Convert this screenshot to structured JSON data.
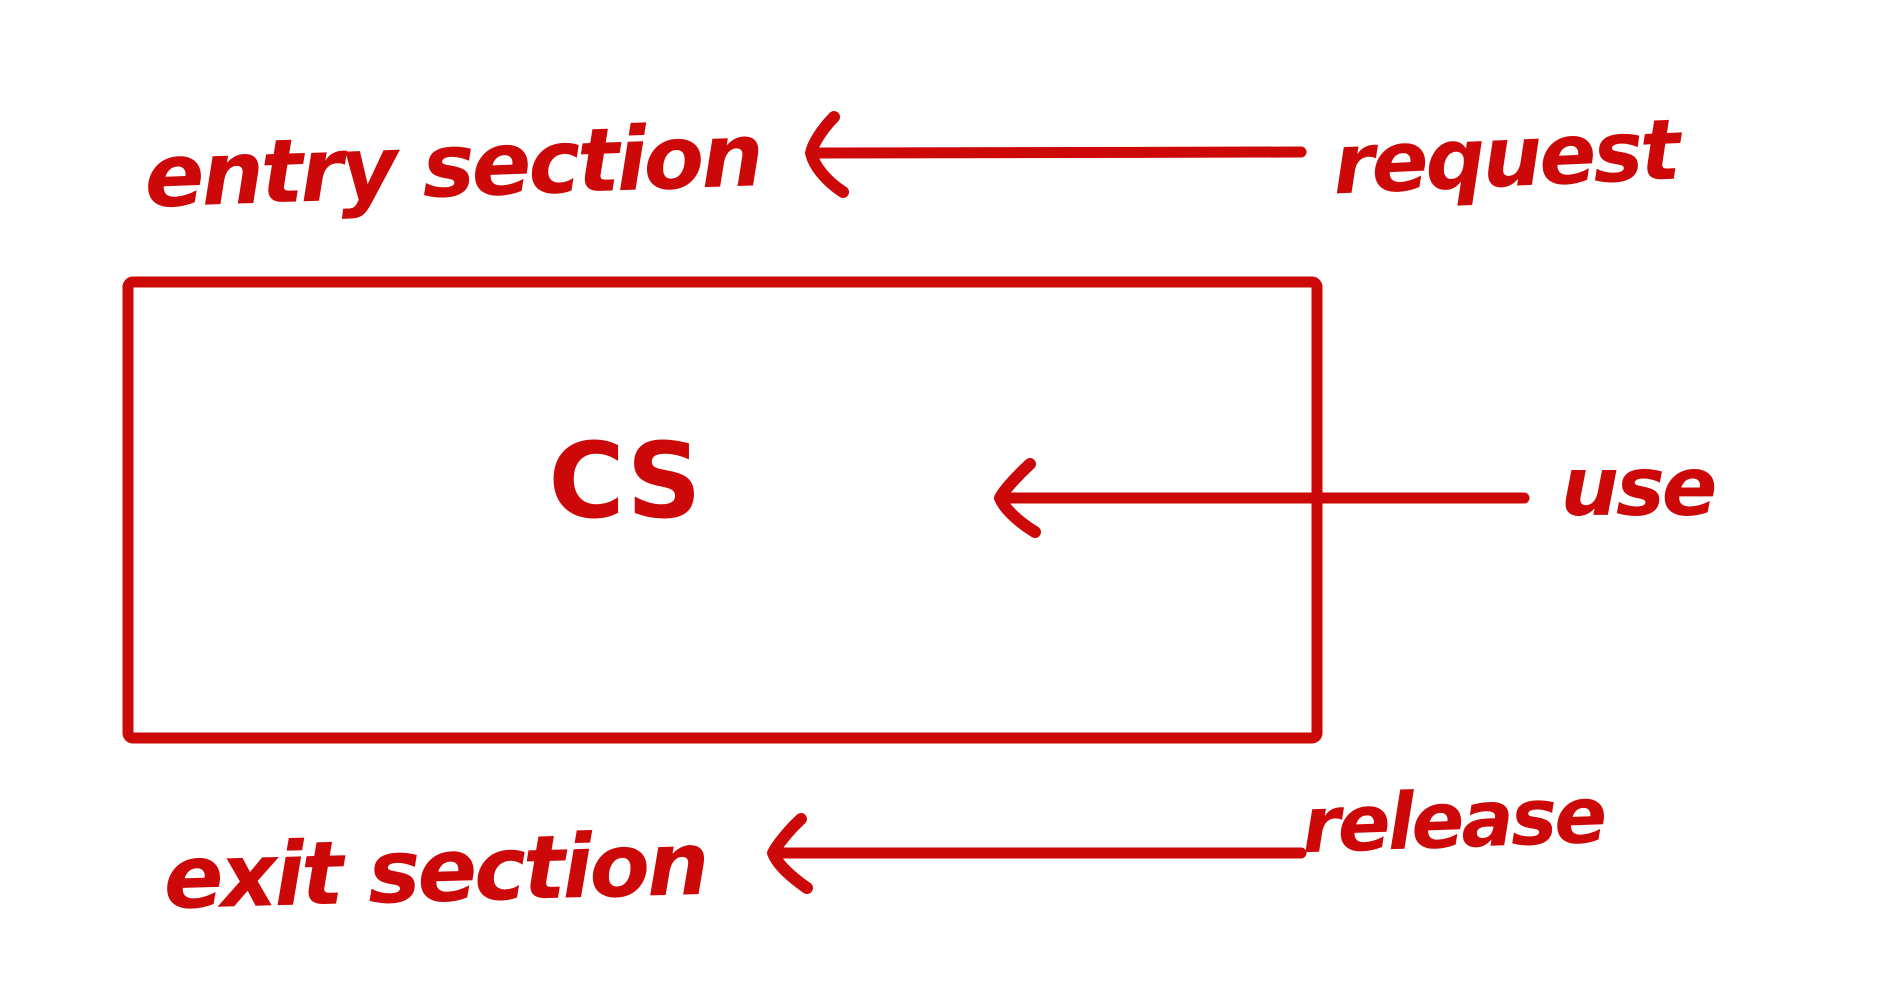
{
  "labels": {
    "entry_section": "entry section",
    "request": "request",
    "cs": "CS",
    "use": "use",
    "exit_section": "exit section",
    "release": "release"
  },
  "diagram": {
    "type": "hand-drawn flow annotation",
    "box_label": "CS",
    "arrows": [
      {
        "label": "request",
        "points_to": "entry section"
      },
      {
        "label": "use",
        "points_to": "CS"
      },
      {
        "label": "release",
        "points_to": "exit section"
      }
    ]
  },
  "colors": {
    "ink": "#CC0808",
    "background": "#FFFFFF"
  }
}
